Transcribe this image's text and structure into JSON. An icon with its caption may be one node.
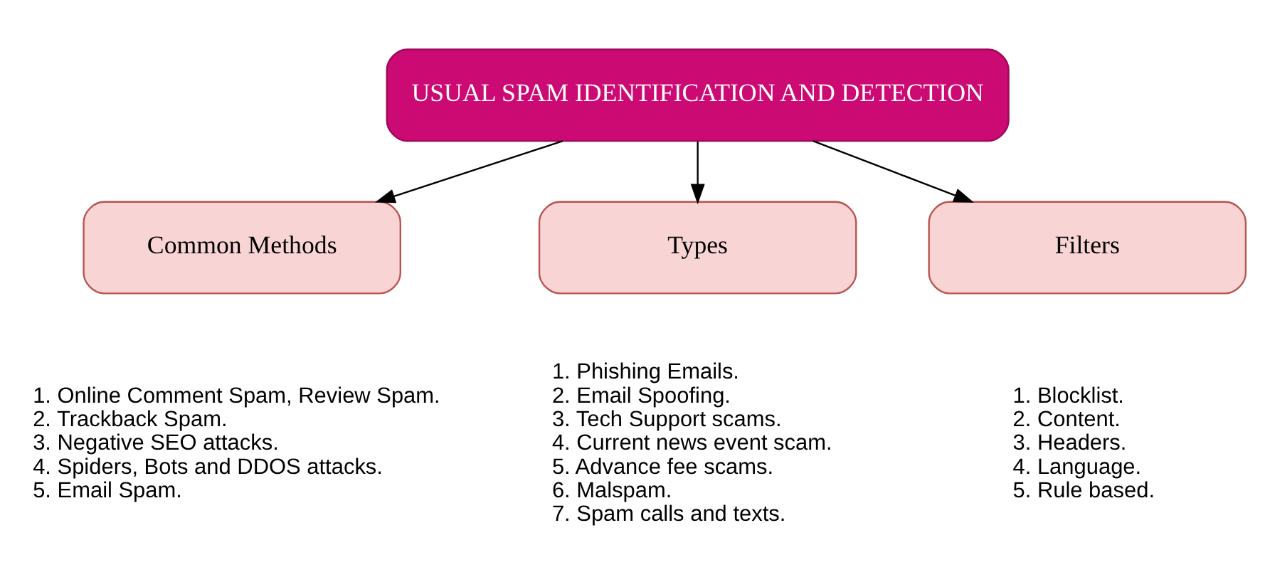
{
  "diagram": {
    "nodes": [
      {
        "text": [
          "USUAL SPAM IDENTIFICATION AND DETECTION"
        ]
      },
      {
        "text": [
          "Common Methods"
        ],
        "beside": [
          "1. Online Comment Spam, Review Spam.",
          "2. Trackback Spam.",
          "3. Negative SEO attacks.",
          "4. Spiders, Bots and DDOS attacks.",
          "5. Email Spam."
        ]
      },
      {
        "text": [
          "Types"
        ],
        "beside": [
          "1. Phishing Emails.",
          "2. Email Spoofing.",
          "3. Tech Support scams.",
          "4. Current news event scam.",
          "5. Advance fee scams.",
          "6. Malspam.",
          "7. Spam calls and texts."
        ]
      },
      {
        "text": [
          "Filters"
        ],
        "beside": [
          "1. Blocklist.",
          "2. Content.",
          "3. Headers.",
          "4. Language.",
          "5. Rule based."
        ]
      }
    ],
    "edges": [
      {
        "from": 0,
        "to": 1,
        "arrow": "to"
      },
      {
        "from": 0,
        "to": 2,
        "arrow": "to"
      },
      {
        "from": 0,
        "to": 3,
        "arrow": "to"
      }
    ]
  }
}
